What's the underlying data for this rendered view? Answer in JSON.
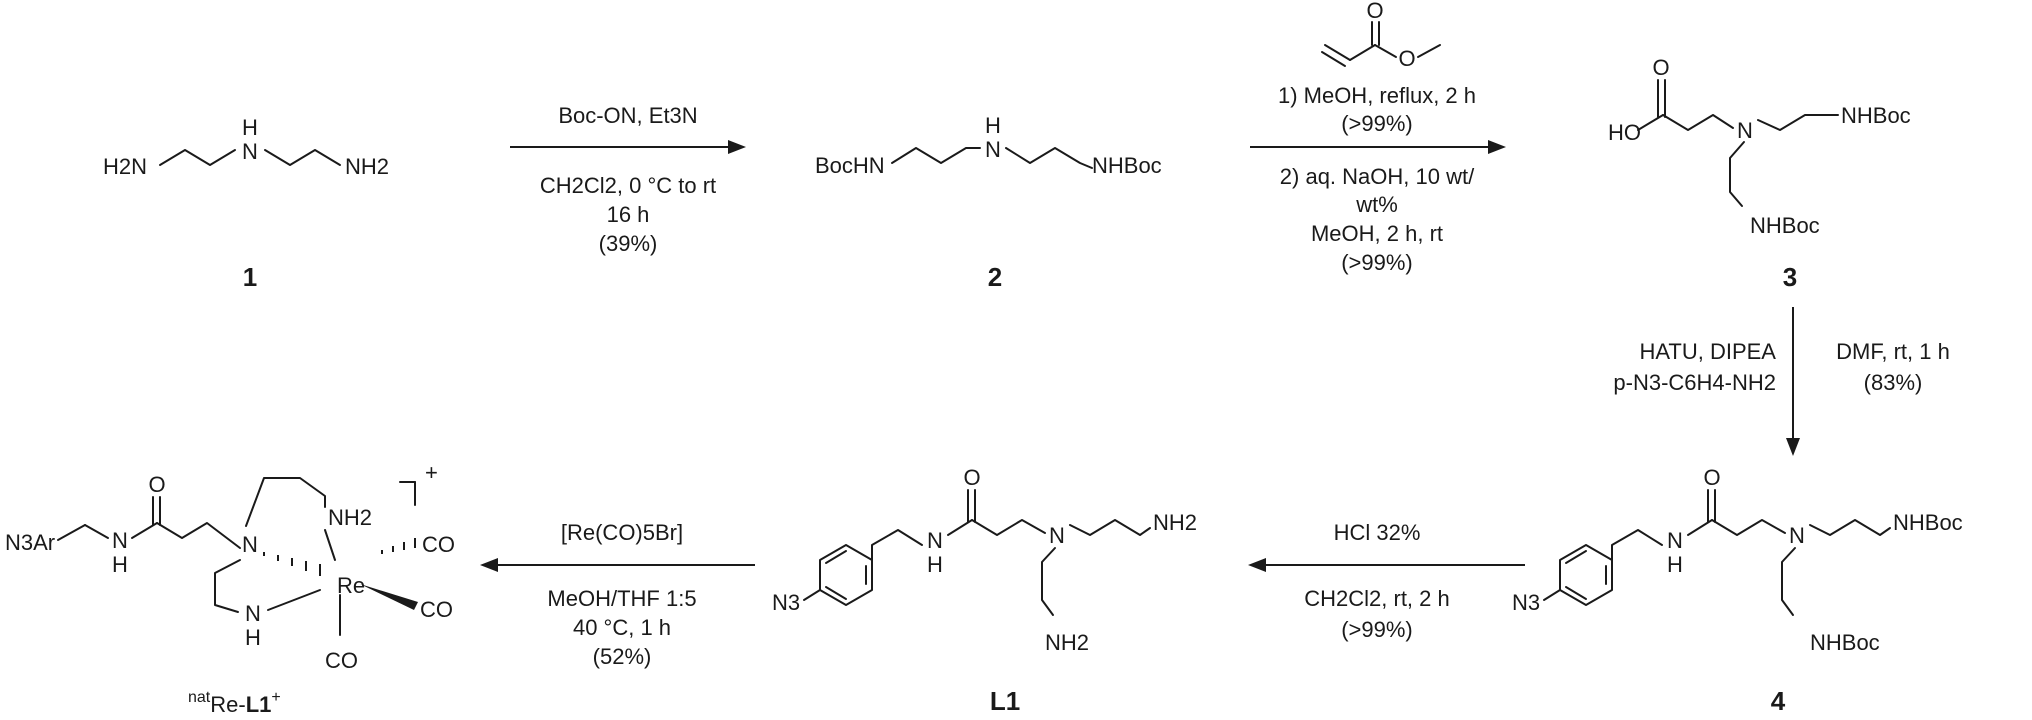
{
  "compounds": {
    "c1": {
      "label": "1",
      "atoms": {
        "nh2_left": "H2N",
        "nh": "N",
        "h": "H",
        "nh2_right": "NH2"
      }
    },
    "c2": {
      "label": "2",
      "atoms": {
        "boc_left": "BocHN",
        "nh": "N",
        "h": "H",
        "boc_right": "NHBoc"
      }
    },
    "c3": {
      "label": "3",
      "atoms": {
        "ho": "HO",
        "o": "O",
        "n": "N",
        "boc_right": "NHBoc",
        "boc_down": "NHBoc"
      }
    },
    "c4": {
      "label": "4",
      "atoms": {
        "n3": "N3",
        "nh": "N",
        "h": "H",
        "o": "O",
        "n": "N",
        "boc_right": "NHBoc",
        "boc_down": "NHBoc"
      }
    },
    "l1": {
      "label": "L1",
      "atoms": {
        "n3": "N3",
        "nh": "N",
        "h": "H",
        "o": "O",
        "n": "N",
        "nh2_right": "NH2",
        "nh2_down": "NH2"
      }
    },
    "re": {
      "label_prefix": "nat",
      "label_metal": "Re-",
      "label_ligand": "L1",
      "label_charge": "+",
      "charge": "+",
      "atoms": {
        "n3ar": "N3Ar",
        "nh": "N",
        "h": "H",
        "o": "O",
        "n": "N",
        "nh2_top": "NH2",
        "re": "Re",
        "co": "CO",
        "nh_low": "N",
        "h_low": "H"
      }
    }
  },
  "steps": {
    "s1": {
      "above": "Boc-ON, Et3N",
      "below": [
        "CH2Cl2, 0 °C to rt",
        "16 h",
        "(39%)"
      ]
    },
    "s2": {
      "reagent_o": "O",
      "above": [
        "1) MeOH, reflux, 2 h",
        "(>99%)"
      ],
      "below": [
        "2) aq. NaOH, 10 wt/",
        "wt%",
        "MeOH, 2 h, rt",
        "(>99%)"
      ]
    },
    "s3": {
      "left": [
        "HATU, DIPEA",
        "p-N3-C6H4-NH2"
      ],
      "right": [
        "DMF, rt, 1 h",
        "(83%)"
      ]
    },
    "s4": {
      "above": "HCl 32%",
      "below": [
        "CH2Cl2, rt, 2 h",
        "(>99%)"
      ]
    },
    "s5": {
      "above": "[Re(CO)5Br]",
      "below": [
        "MeOH/THF 1:5",
        "40 °C, 1 h",
        "(52%)"
      ]
    }
  }
}
